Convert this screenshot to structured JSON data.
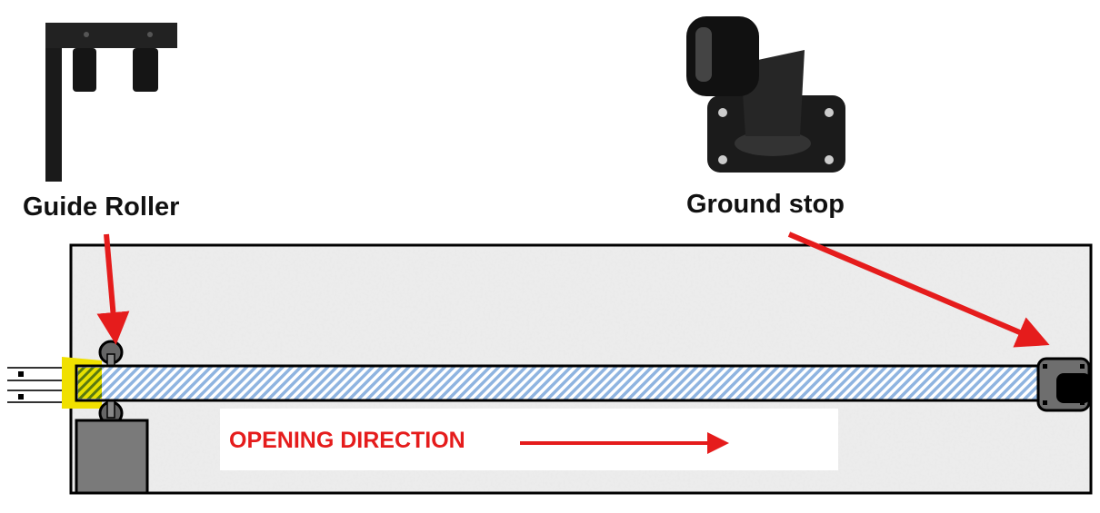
{
  "labels": {
    "guide_roller": "Guide Roller",
    "ground_stop": "Ground stop",
    "opening_direction": "OPENING DIRECTION"
  },
  "colors": {
    "arrow": "#e51c1c",
    "gate_hatch": "#8fb4e0",
    "highlight": "#f0e000",
    "post": "#7a7a7a"
  }
}
